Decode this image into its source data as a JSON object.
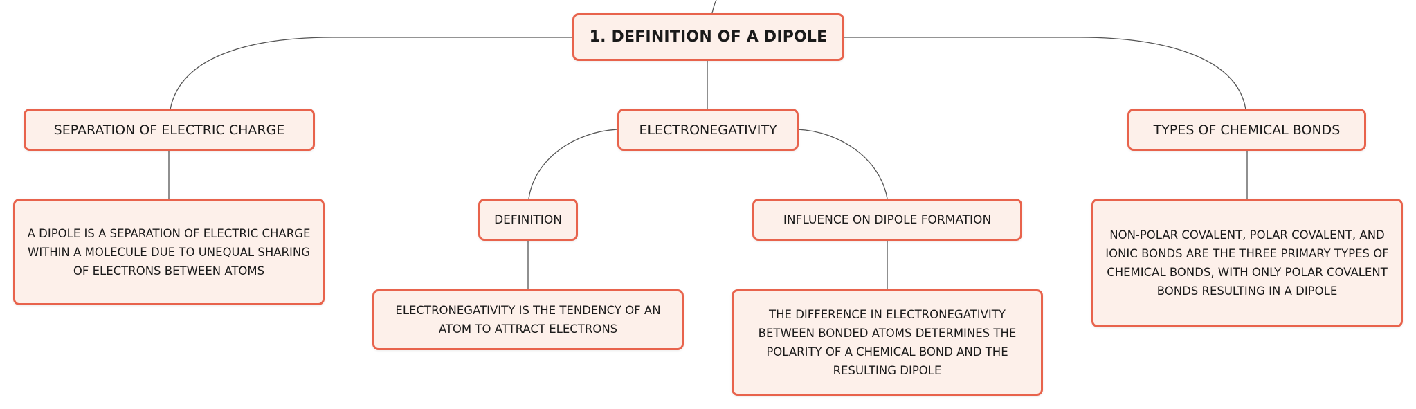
{
  "diagram": {
    "root": {
      "label": "1. DEFINITION OF A DIPOLE"
    },
    "separation": {
      "label": "SEPARATION OF ELECTRIC CHARGE",
      "detail": "A DIPOLE IS A SEPARATION OF ELECTRIC CHARGE WITHIN A MOLECULE DUE TO UNEQUAL SHARING OF ELECTRONS BETWEEN ATOMS"
    },
    "electronegativity": {
      "label": "ELECTRONEGATIVITY",
      "definition": {
        "label": "DEFINITION",
        "detail": "ELECTRONEGATIVITY IS THE TENDENCY OF AN ATOM TO ATTRACT ELECTRONS"
      },
      "influence": {
        "label": "INFLUENCE ON DIPOLE FORMATION",
        "detail": "THE DIFFERENCE IN ELECTRONEGATIVITY BETWEEN BONDED ATOMS DETERMINES THE POLARITY OF A CHEMICAL BOND AND THE RESULTING DIPOLE"
      }
    },
    "bonds": {
      "label": "TYPES OF CHEMICAL BONDS",
      "detail": "NON-POLAR COVALENT, POLAR COVALENT, AND IONIC BONDS ARE THE THREE PRIMARY TYPES OF CHEMICAL BONDS, WITH ONLY POLAR COVALENT BONDS RESULTING IN A DIPOLE"
    }
  },
  "colors": {
    "node_fill": "#fdf0ea",
    "node_border": "#e8634c",
    "connector": "#555555",
    "text": "#1a1a1a"
  }
}
